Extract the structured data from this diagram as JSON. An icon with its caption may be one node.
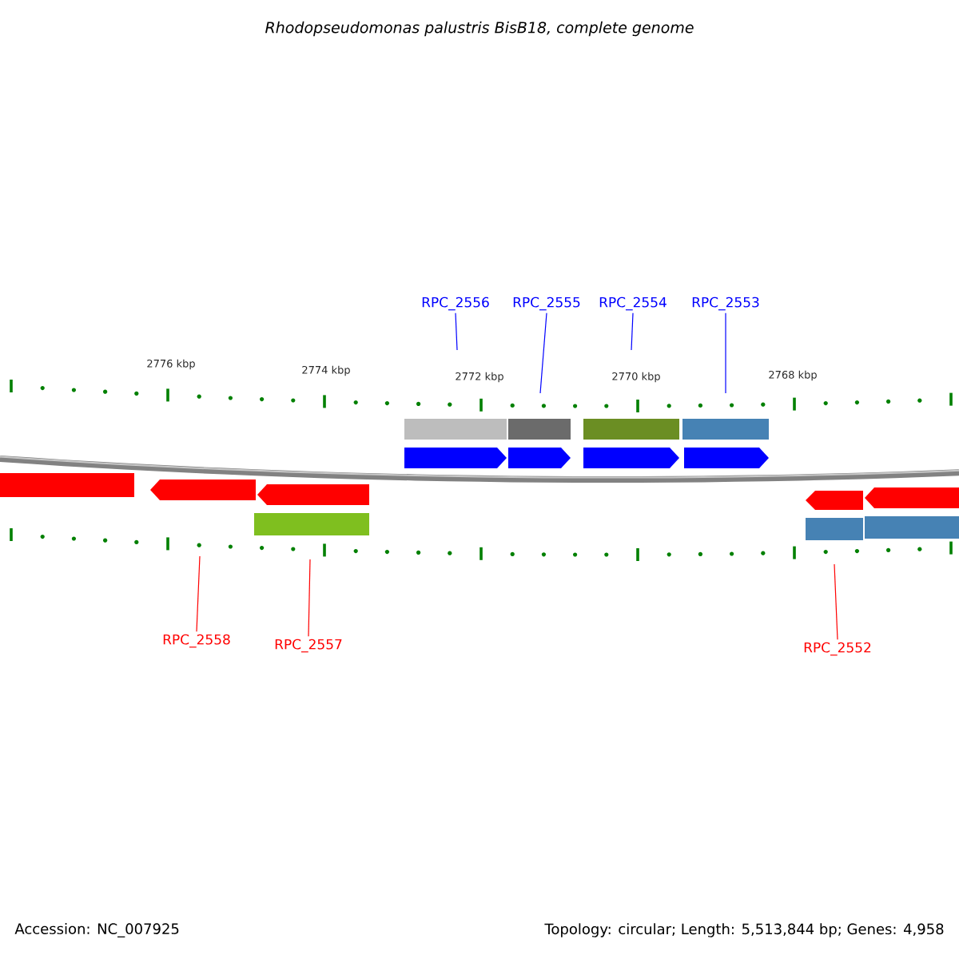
{
  "diagram": {
    "title": "Rhodopseudomonas palustris BisB18, complete genome",
    "nodes": [
      {
        "text": [
          "RPC_2556"
        ]
      },
      {
        "text": [
          "RPC_2555"
        ]
      },
      {
        "text": [
          "RPC_2554"
        ]
      },
      {
        "text": [
          "RPC_2553"
        ]
      },
      {
        "text": [
          "RPC_2558"
        ]
      },
      {
        "text": [
          "RPC_2557"
        ]
      },
      {
        "text": [
          "RPC_2552"
        ]
      }
    ],
    "edges": [
      {
        "from": 0,
        "to": null,
        "arrow": "none"
      },
      {
        "from": 1,
        "to": null,
        "arrow": "none"
      },
      {
        "from": 2,
        "to": null,
        "arrow": "none"
      },
      {
        "from": 3,
        "to": null,
        "arrow": "none"
      },
      {
        "from": 4,
        "to": null,
        "arrow": "none",
        "color": "#ff0000"
      },
      {
        "from": 5,
        "to": null,
        "arrow": "none",
        "color": "#ff0000"
      },
      {
        "from": 6,
        "to": null,
        "arrow": "none",
        "color": "#ff0000"
      }
    ],
    "labels": [
      "2776 kbp",
      "2774 kbp",
      "2772 kbp",
      "2770 kbp",
      "2768 kbp",
      "Accession: NC_007925",
      "Topology: circular; Length: 5,513,844 bp; Genes: 4,958"
    ]
  }
}
